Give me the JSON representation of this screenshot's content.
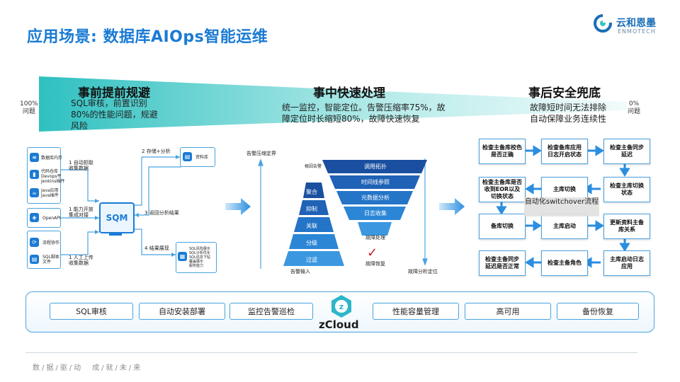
{
  "title": "应用场景: 数据库AIOps智能运维",
  "logo": {
    "name": "云和恩墨",
    "sub": "ENMOTECH"
  },
  "banner": {
    "left_pct": "100%\n问题",
    "right_pct": "0%\n问题",
    "stages": [
      {
        "title": "事前提前规避",
        "desc": "SQL审核，前置识别80%的性能问题，规避风险"
      },
      {
        "title": "事中快速处理",
        "desc": "统一监控，智能定位。告警压缩率75%，故障定位时长缩短80%，故障快速恢复"
      },
      {
        "title": "事后安全兜底",
        "desc": "故障短时间无法排除自动保障业务连续性"
      }
    ]
  },
  "left_diagram": {
    "sources": [
      {
        "icon": "database-icon",
        "label": "数据库内存"
      },
      {
        "icon": "chart-icon",
        "label": "代码仓库\nDevops平\nJenkins插件"
      },
      {
        "icon": "java-icon",
        "label": "Java应用\nJava插件"
      },
      {
        "icon": "api-icon",
        "label": "OpenAPI"
      },
      {
        "icon": "flow-icon",
        "label": "流程协作"
      },
      {
        "icon": "file-icon",
        "label": "SQL脚本\n文件"
      }
    ],
    "center_label": "SQM",
    "right_top": "资料库",
    "right_bottom": "SQL风险展示\nSQL分析优化\nSQL信息下钻\n覆盖展示\n服务能力",
    "arrows": [
      {
        "num": "1",
        "text": "自动抓取\n收集数据"
      },
      {
        "num": "1",
        "text": "能力开放\n集成对接"
      },
      {
        "num": "1",
        "text": "人工上传\n收集数据"
      },
      {
        "num": "2",
        "text": "存储+分析"
      },
      {
        "num": "3",
        "text": "返回分析结果"
      },
      {
        "num": "4",
        "text": "结果展现"
      }
    ]
  },
  "middle_diagram": {
    "top_axis": "告警压缩定界",
    "bottom_left": "告警输入",
    "bottom_right": "故障分析定位",
    "top_left_small": "根因告警",
    "pyramid": [
      "聚合",
      "抑制",
      "关联",
      "分级",
      "过滤"
    ],
    "funnel": [
      "调用拓扑",
      "时间线参照",
      "元数据分析",
      "日志收集",
      "故障处理"
    ],
    "fault_recovery": "故障恢复",
    "check_glyph": "✓"
  },
  "right_diagram": {
    "nodes": {
      "n1": "检查主备库校色\n是否正确",
      "n2": "检查备库应用\n日志开启状态",
      "n3": "检查主备同步\n延迟",
      "n4": "检查主备库是否\n收到EOR以及\n切换状态",
      "n5": "主库切换",
      "n6": "检查主库切换\n状态",
      "n7": "备库切换",
      "n8": "主库启动",
      "n9": "更新资料主备\n库关系",
      "n10": "检查主备同步\n延迟是否正常",
      "n11": "检查主备角色",
      "n12": "主库启动日志\n应用"
    },
    "overlay": "自动化switchover流程"
  },
  "bottom_bar": {
    "items": [
      "SQL审核",
      "自动安装部署",
      "监控告警巡检",
      "性能容量管理",
      "高可用",
      "备份恢复"
    ],
    "brand": "zCloud"
  },
  "footer": "数/据/驱/动　成/就/未/来",
  "colors": {
    "accent": "#1a7bd4",
    "teal": "#35c6c0",
    "node_border": "#4aa3df"
  }
}
